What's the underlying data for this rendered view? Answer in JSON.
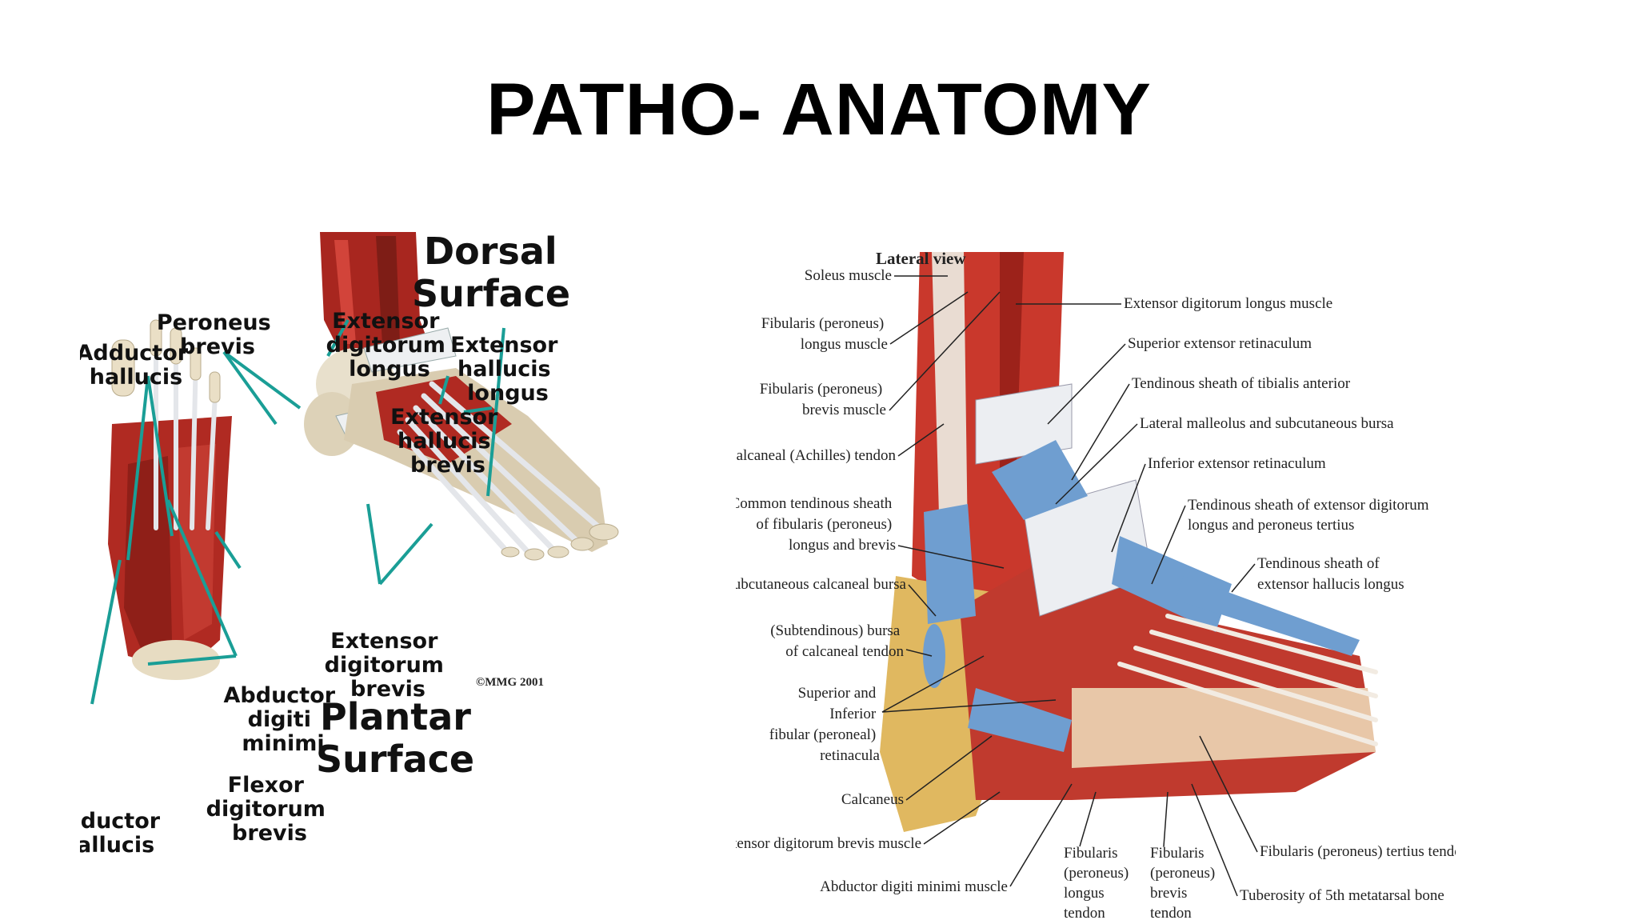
{
  "slide": {
    "title": "PATHO- ANATOMY"
  },
  "left_figure": {
    "heading_dorsal": [
      "Dorsal",
      "Surface"
    ],
    "heading_plantar": [
      "Plantar",
      "Surface"
    ],
    "copyright": "©MMG 2001",
    "labels": {
      "adductor_hallucis": [
        "Adductor",
        "hallucis"
      ],
      "peroneus_brevis": [
        "Peroneus",
        "brevis"
      ],
      "extensor_digitorum_longus": [
        "Extensor",
        "digitorum",
        "longus"
      ],
      "extensor_hallucis_longus": [
        "Extensor",
        "hallucis",
        "longus"
      ],
      "extensor_hallucis_brevis": [
        "Extensor",
        "hallucis",
        "brevis"
      ],
      "extensor_digitorum_brevis": [
        "Extensor",
        "digitorum",
        "brevis"
      ],
      "abductor_digiti_minimi": [
        "Abductor",
        "digiti",
        "minimi"
      ],
      "flexor_digitorum_brevis": [
        "Flexor",
        "digitorum",
        "brevis"
      ],
      "abductor_hallucis": [
        "Abductor",
        "hallucis"
      ]
    }
  },
  "right_figure": {
    "view_title": "Lateral view",
    "labels_left": [
      [
        "Soleus muscle"
      ],
      [
        "Fibularis (peroneus)",
        "longus muscle"
      ],
      [
        "Fibularis (peroneus)",
        "brevis muscle"
      ],
      [
        "Calcaneal (Achilles) tendon"
      ],
      [
        "Common tendinous sheath",
        "of fibularis (peroneus)",
        "longus and brevis"
      ],
      [
        "Subcutaneous calcaneal bursa"
      ],
      [
        "(Subtendinous) bursa",
        "of calcaneal tendon"
      ],
      [
        "Superior and",
        "Inferior",
        "fibular (peroneal)",
        "retinacula"
      ],
      [
        "Calcaneus"
      ],
      [
        "Extensor digitorum brevis muscle"
      ],
      [
        "Abductor digiti minimi muscle"
      ]
    ],
    "labels_right": [
      [
        "Extensor digitorum longus muscle"
      ],
      [
        "Superior extensor retinaculum"
      ],
      [
        "Tendinous sheath of tibialis anterior"
      ],
      [
        "Lateral malleolus and subcutaneous bursa"
      ],
      [
        "Inferior extensor retinaculum"
      ],
      [
        "Tendinous sheath of extensor digitorum",
        "longus and peroneus tertius"
      ],
      [
        "Tendinous sheath of",
        "extensor hallucis longus"
      ],
      [
        "Fibularis (peroneus) tertius tendon"
      ],
      [
        "Tuberosity of 5th metatarsal bone"
      ]
    ],
    "labels_bottom": [
      [
        "Fibularis",
        "(peroneus)",
        "longus",
        "tendon"
      ],
      [
        "Fibularis",
        "(peroneus)",
        "brevis",
        "tendon"
      ]
    ]
  }
}
